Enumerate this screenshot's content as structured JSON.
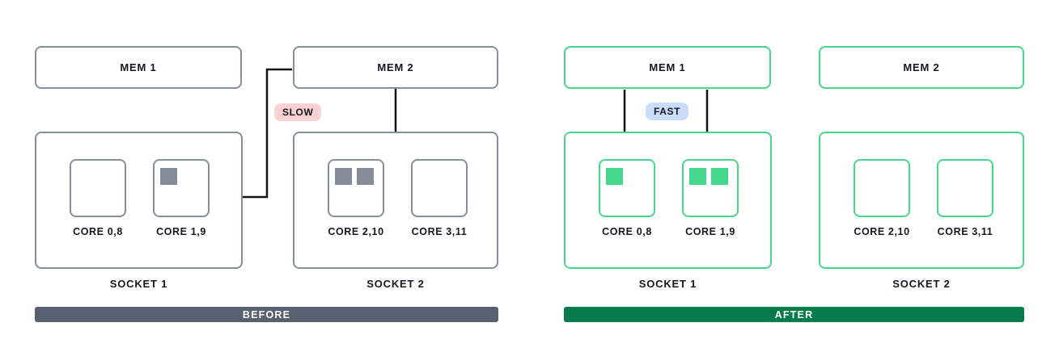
{
  "colors": {
    "gray_border": "#878e99",
    "gray_fill": "#858c98",
    "green": "#45d78b",
    "before_banner": "#596070",
    "after_banner": "#067a4f",
    "slow_badge_bg": "#f9d0d3",
    "fast_badge_bg": "#c9ddfb",
    "connector": "#121212",
    "text": "#16161e"
  },
  "before": {
    "banner": "BEFORE",
    "badge": "SLOW",
    "mem1_label": "MEM 1",
    "mem2_label": "MEM 2",
    "socket1": {
      "label": "SOCKET 1",
      "cores": [
        {
          "label": "CORE 0,8",
          "used_blocks": 0
        },
        {
          "label": "CORE 1,9",
          "used_blocks": 1
        }
      ]
    },
    "socket2": {
      "label": "SOCKET 2",
      "cores": [
        {
          "label": "CORE 2,10",
          "used_blocks": 2
        },
        {
          "label": "CORE 3,11",
          "used_blocks": 0
        }
      ]
    }
  },
  "after": {
    "banner": "AFTER",
    "badge": "FAST",
    "mem1_label": "MEM 1",
    "mem2_label": "MEM 2",
    "socket1": {
      "label": "SOCKET 1",
      "cores": [
        {
          "label": "CORE 0,8",
          "used_blocks": 1
        },
        {
          "label": "CORE 1,9",
          "used_blocks": 2
        }
      ]
    },
    "socket2": {
      "label": "SOCKET 2",
      "cores": [
        {
          "label": "CORE 2,10",
          "used_blocks": 0
        },
        {
          "label": "CORE 3,11",
          "used_blocks": 0
        }
      ]
    }
  }
}
